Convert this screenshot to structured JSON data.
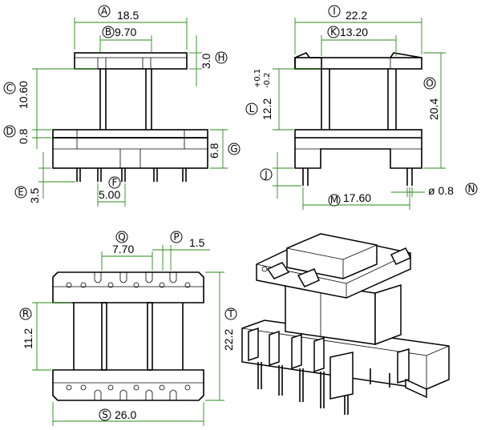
{
  "colors": {
    "line": "#000000",
    "dimension": "#2a8a1a",
    "background": "#ffffff"
  },
  "dimensions": {
    "A": {
      "letter": "A",
      "value": "18.5"
    },
    "B": {
      "letter": "B",
      "value": "9.70"
    },
    "C": {
      "letter": "C",
      "value": "10.60"
    },
    "D": {
      "letter": "D",
      "value": "0.8"
    },
    "E": {
      "letter": "E",
      "value": "3.5"
    },
    "F": {
      "letter": "F",
      "value": "5.00"
    },
    "G": {
      "letter": "G",
      "value": "6.8"
    },
    "H": {
      "letter": "H",
      "value": "3.0"
    },
    "I": {
      "letter": "I",
      "value": "22.2"
    },
    "J": {
      "letter": "J",
      "value": ""
    },
    "K": {
      "letter": "K",
      "value": "13.20"
    },
    "L": {
      "letter": "L",
      "value": "12.2",
      "tol_upper": "+0.1",
      "tol_lower": "-0.2"
    },
    "M": {
      "letter": "M",
      "value": "17.60"
    },
    "N": {
      "letter": "N",
      "value": "ø 0.8"
    },
    "O": {
      "letter": "O",
      "value": "20.4"
    },
    "P": {
      "letter": "P",
      "value": "1.5"
    },
    "Q": {
      "letter": "Q",
      "value": "7.70"
    },
    "R": {
      "letter": "R",
      "value": "11.2"
    },
    "S": {
      "letter": "S",
      "value": "26.0"
    },
    "T": {
      "letter": "T",
      "value": "22.2"
    }
  }
}
